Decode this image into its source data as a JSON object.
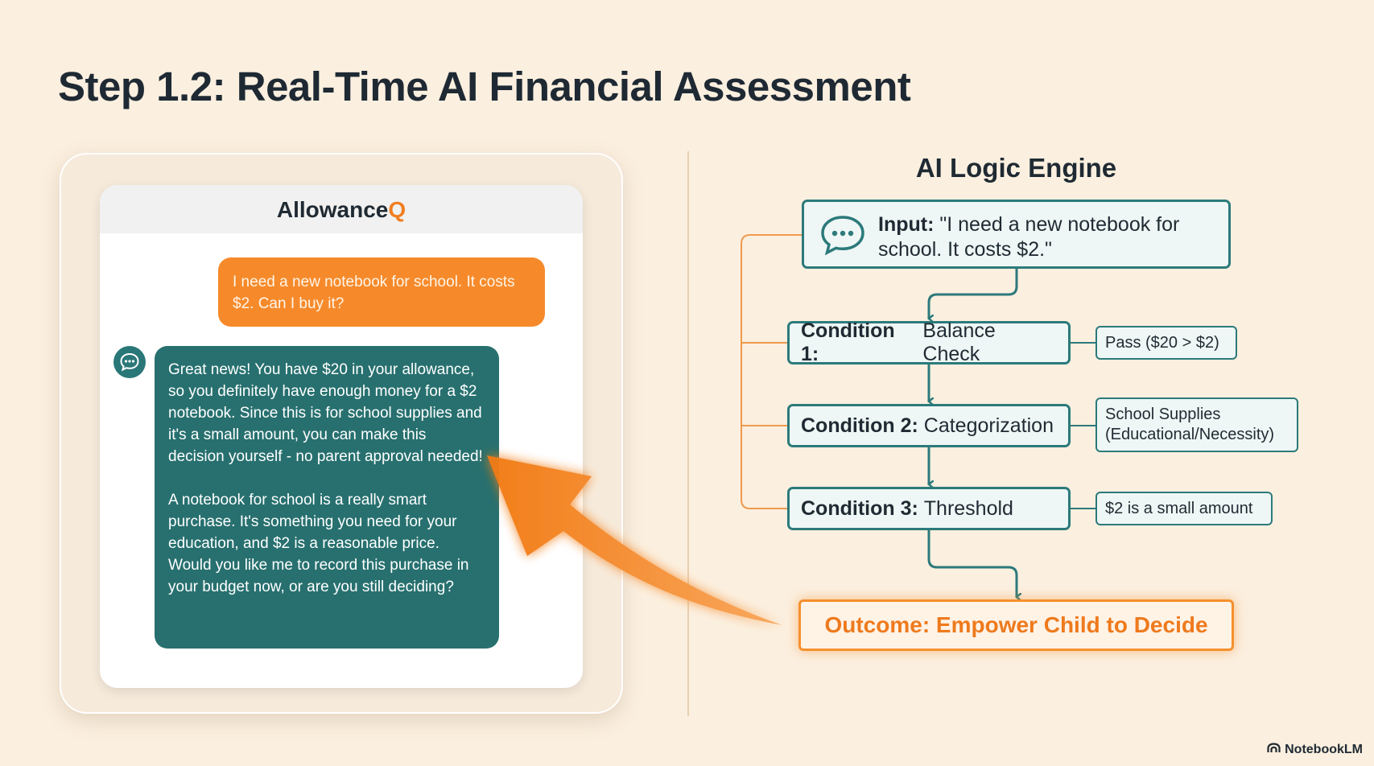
{
  "page": {
    "title": "Step 1.2: Real-Time AI Financial Assessment"
  },
  "chat": {
    "app_name": "Allowance",
    "app_name_accent": "Q",
    "user_message": "I need a new notebook for school. It costs $2. Can I buy it?",
    "bot_message_p1": "Great news! You have $20 in your allowance, so you definitely have enough money for a $2 notebook. Since this is for school supplies and it's a small amount, you can make this decision yourself - no parent approval needed!",
    "bot_message_p2": "A notebook for school is a really smart purchase. It's something you need for your education, and $2 is a reasonable price. Would you like me to record this purchase in your budget now, or are you still deciding?",
    "bot_avatar_icon": "chat-bubble-icon"
  },
  "engine": {
    "title": "AI Logic Engine",
    "input_label": "Input:",
    "input_text": "\"I need a new notebook for school. It costs $2.\"",
    "conditions": [
      {
        "label": "Condition 1:",
        "text": "Balance Check",
        "result": "Pass ($20 > $2)"
      },
      {
        "label": "Condition 2:",
        "text": "Categorization",
        "result_line1": "School Supplies",
        "result_line2": "(Educational/Necessity)"
      },
      {
        "label": "Condition 3:",
        "text": "Threshold",
        "result": "$2 is a small amount"
      }
    ],
    "outcome": "Outcome: Empower Child to Decide"
  },
  "brand": {
    "name": "NotebookLM",
    "icon": "notebooklm-logo-icon"
  },
  "colors": {
    "background": "#fbefdf",
    "teal": "#2c7a7b",
    "orange": "#f68a2b",
    "text": "#1f2a33"
  }
}
